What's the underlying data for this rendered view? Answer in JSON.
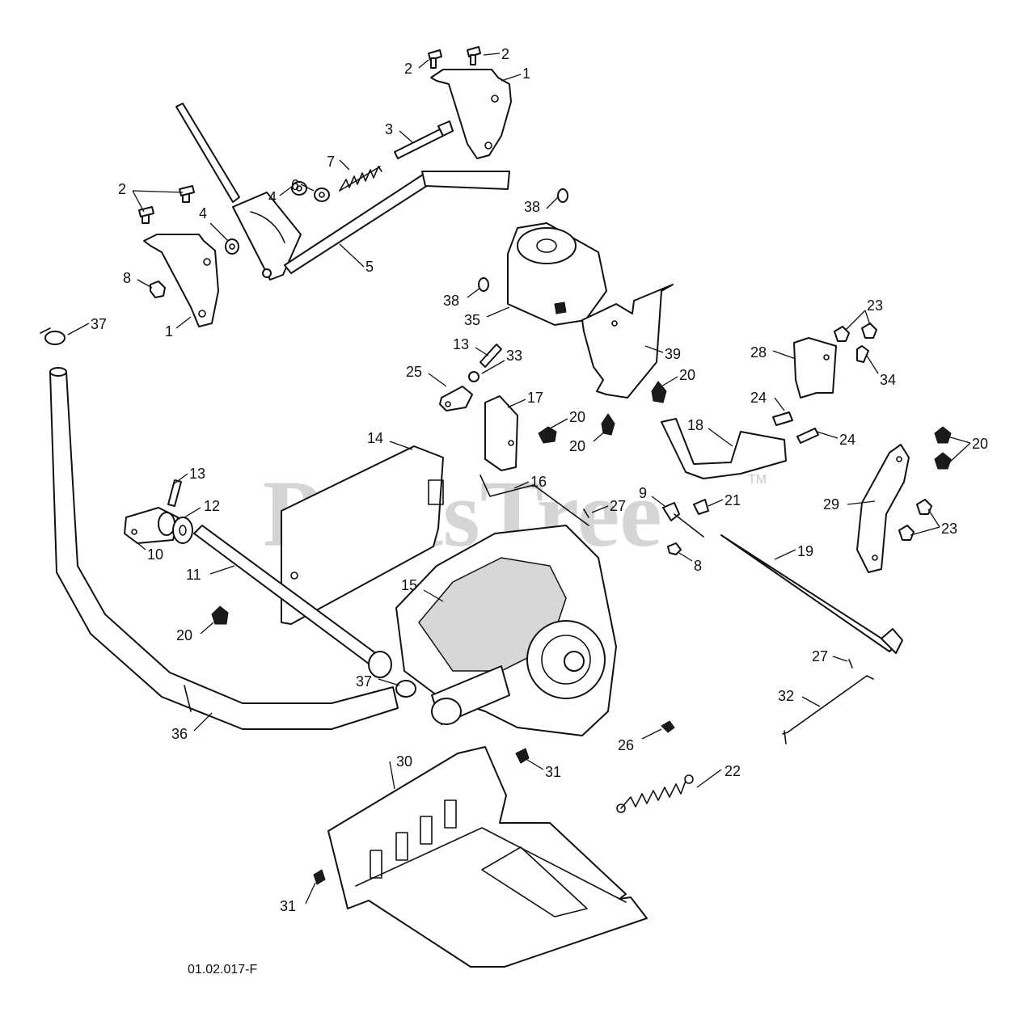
{
  "watermark": {
    "text": "PartsTree",
    "tm": "TM"
  },
  "doc_number": "01.02.017-F",
  "callouts": {
    "c1a": "1",
    "c1b": "1",
    "c2a": "2",
    "c2b": "2",
    "c2c": "2",
    "c3": "3",
    "c4a": "4",
    "c4b": "4",
    "c5": "5",
    "c6": "6",
    "c7": "7",
    "c8a": "8",
    "c8b": "8",
    "c9": "9",
    "c10": "10",
    "c11": "11",
    "c12": "12",
    "c13a": "13",
    "c13b": "13",
    "c14": "14",
    "c15": "15",
    "c16": "16",
    "c17": "17",
    "c18": "18",
    "c19": "19",
    "c20a": "20",
    "c20b": "20",
    "c20c": "20",
    "c20d": "20",
    "c20e": "20",
    "c21": "21",
    "c22": "22",
    "c23a": "23",
    "c23b": "23",
    "c24a": "24",
    "c24b": "24",
    "c25": "25",
    "c26": "26",
    "c27a": "27",
    "c27b": "27",
    "c28": "28",
    "c29": "29",
    "c30": "30",
    "c31a": "31",
    "c31b": "31",
    "c32": "32",
    "c33": "33",
    "c34": "34",
    "c35": "35",
    "c36": "36",
    "c37a": "37",
    "c37b": "37",
    "c38a": "38",
    "c38b": "38",
    "c39": "39"
  }
}
